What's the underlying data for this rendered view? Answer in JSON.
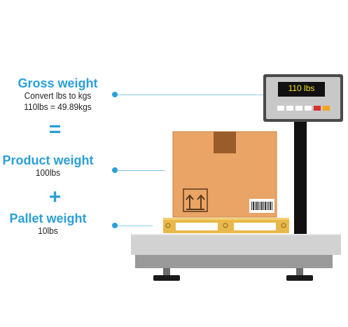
{
  "gross": {
    "title": "Gross weight",
    "line1": "Convert lbs to kgs",
    "line2": "110lbs = 49.89kgs"
  },
  "equals_sign": "=",
  "product": {
    "title": "Product weight",
    "value": "100lbs"
  },
  "plus_sign": "+",
  "pallet": {
    "title": "Pallet weight",
    "value": "10lbs"
  },
  "scale": {
    "display_reading": "110 lbs",
    "button_colors": [
      "#ffffff",
      "#ffffff",
      "#ffffff",
      "#ffffff",
      "#d9312b",
      "#f2a51d"
    ]
  },
  "colors": {
    "accent": "#2b9fd8",
    "box": "#eaa265",
    "pallet": "#e8b44a",
    "platform": "#cfcfcf"
  }
}
